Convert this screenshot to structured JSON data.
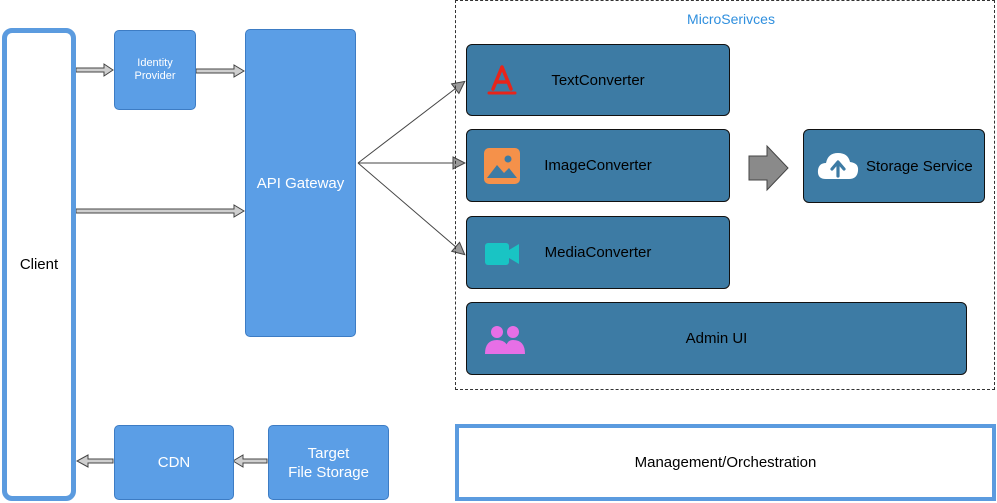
{
  "client": {
    "label": "Client"
  },
  "identity_provider": {
    "line1": "Identity",
    "line2": "Provider"
  },
  "api_gateway": {
    "label": "API Gateway"
  },
  "cdn": {
    "label": "CDN"
  },
  "target_storage": {
    "line1": "Target",
    "line2": "File Storage"
  },
  "microservices": {
    "title": "MicroSerivces",
    "services": [
      {
        "label": "TextConverter",
        "icon": "adobe-acrobat-icon"
      },
      {
        "label": "ImageConverter",
        "icon": "image-icon"
      },
      {
        "label": "MediaConverter",
        "icon": "video-camera-icon"
      },
      {
        "label": "Admin UI",
        "icon": "users-icon"
      }
    ]
  },
  "storage_service": {
    "label": "Storage Service",
    "icon": "cloud-upload-icon"
  },
  "management": {
    "label": "Management/Orchestration"
  },
  "colors": {
    "client_border": "#5b9bdf",
    "blue_box": "#5b9ee6",
    "service_box": "#3d7ba4",
    "title_blue": "#2f8fde",
    "text_icon_red": "#e8241a",
    "image_icon_orange": "#f5914a",
    "media_icon_teal": "#19c4c4",
    "users_icon_pink": "#e76fe6"
  }
}
